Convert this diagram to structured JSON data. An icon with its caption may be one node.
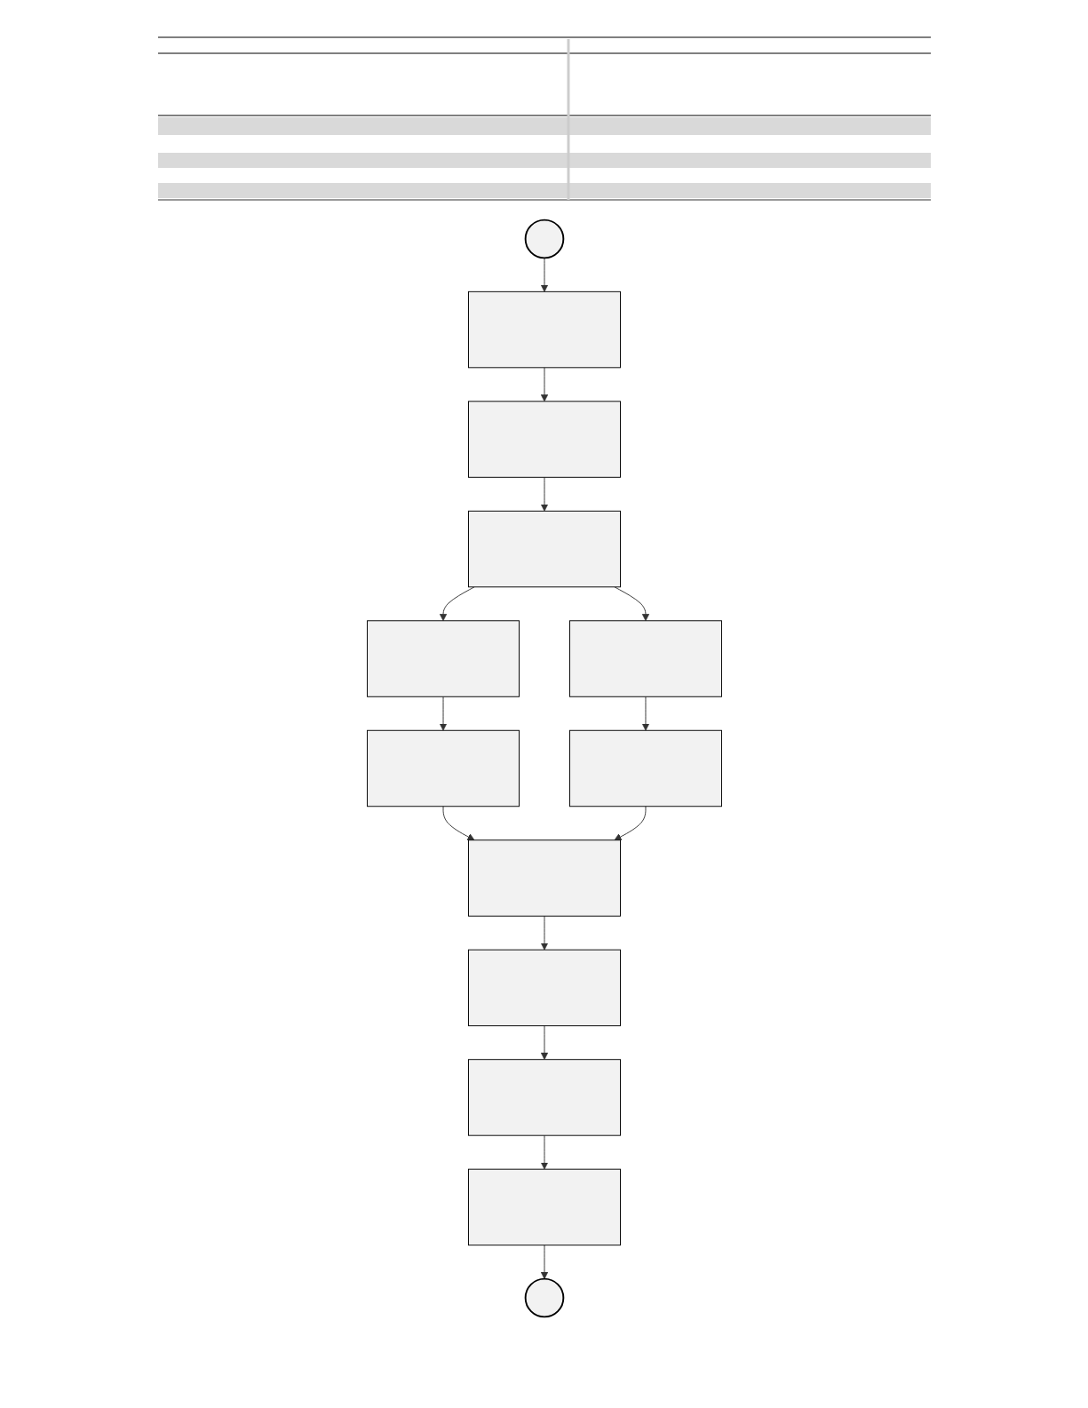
{
  "diagram": {
    "nodes": [
      {
        "text": [],
        "shape": "circle"
      },
      {
        "text": [],
        "shape": "box"
      },
      {
        "text": [],
        "shape": "box"
      },
      {
        "text": [],
        "shape": "box"
      },
      {
        "text": [],
        "shape": "box"
      },
      {
        "text": [],
        "shape": "box"
      },
      {
        "text": [],
        "shape": "box"
      },
      {
        "text": [],
        "shape": "box"
      },
      {
        "text": [],
        "shape": "box"
      },
      {
        "text": [],
        "shape": "box"
      },
      {
        "text": [],
        "shape": "box"
      },
      {
        "text": [],
        "shape": "box"
      },
      {
        "text": [],
        "shape": "circle"
      }
    ],
    "edges": [
      {
        "from": 0,
        "to": 1,
        "arrow": "to"
      },
      {
        "from": 1,
        "to": 2,
        "arrow": "to"
      },
      {
        "from": 2,
        "to": 3,
        "arrow": "to"
      },
      {
        "from": 3,
        "to": 4,
        "arrow": "to"
      },
      {
        "from": 3,
        "to": 5,
        "arrow": "to"
      },
      {
        "from": 4,
        "to": 6,
        "arrow": "to"
      },
      {
        "from": 5,
        "to": 7,
        "arrow": "to"
      },
      {
        "from": 6,
        "to": 8,
        "arrow": "to"
      },
      {
        "from": 7,
        "to": 8,
        "arrow": "to"
      },
      {
        "from": 8,
        "to": 10,
        "arrow": "to"
      },
      {
        "from": 10,
        "to": 9,
        "arrow": "to"
      },
      {
        "from": 9,
        "to": 11,
        "arrow": "to"
      },
      {
        "from": 11,
        "to": 12,
        "arrow": "to"
      }
    ]
  }
}
